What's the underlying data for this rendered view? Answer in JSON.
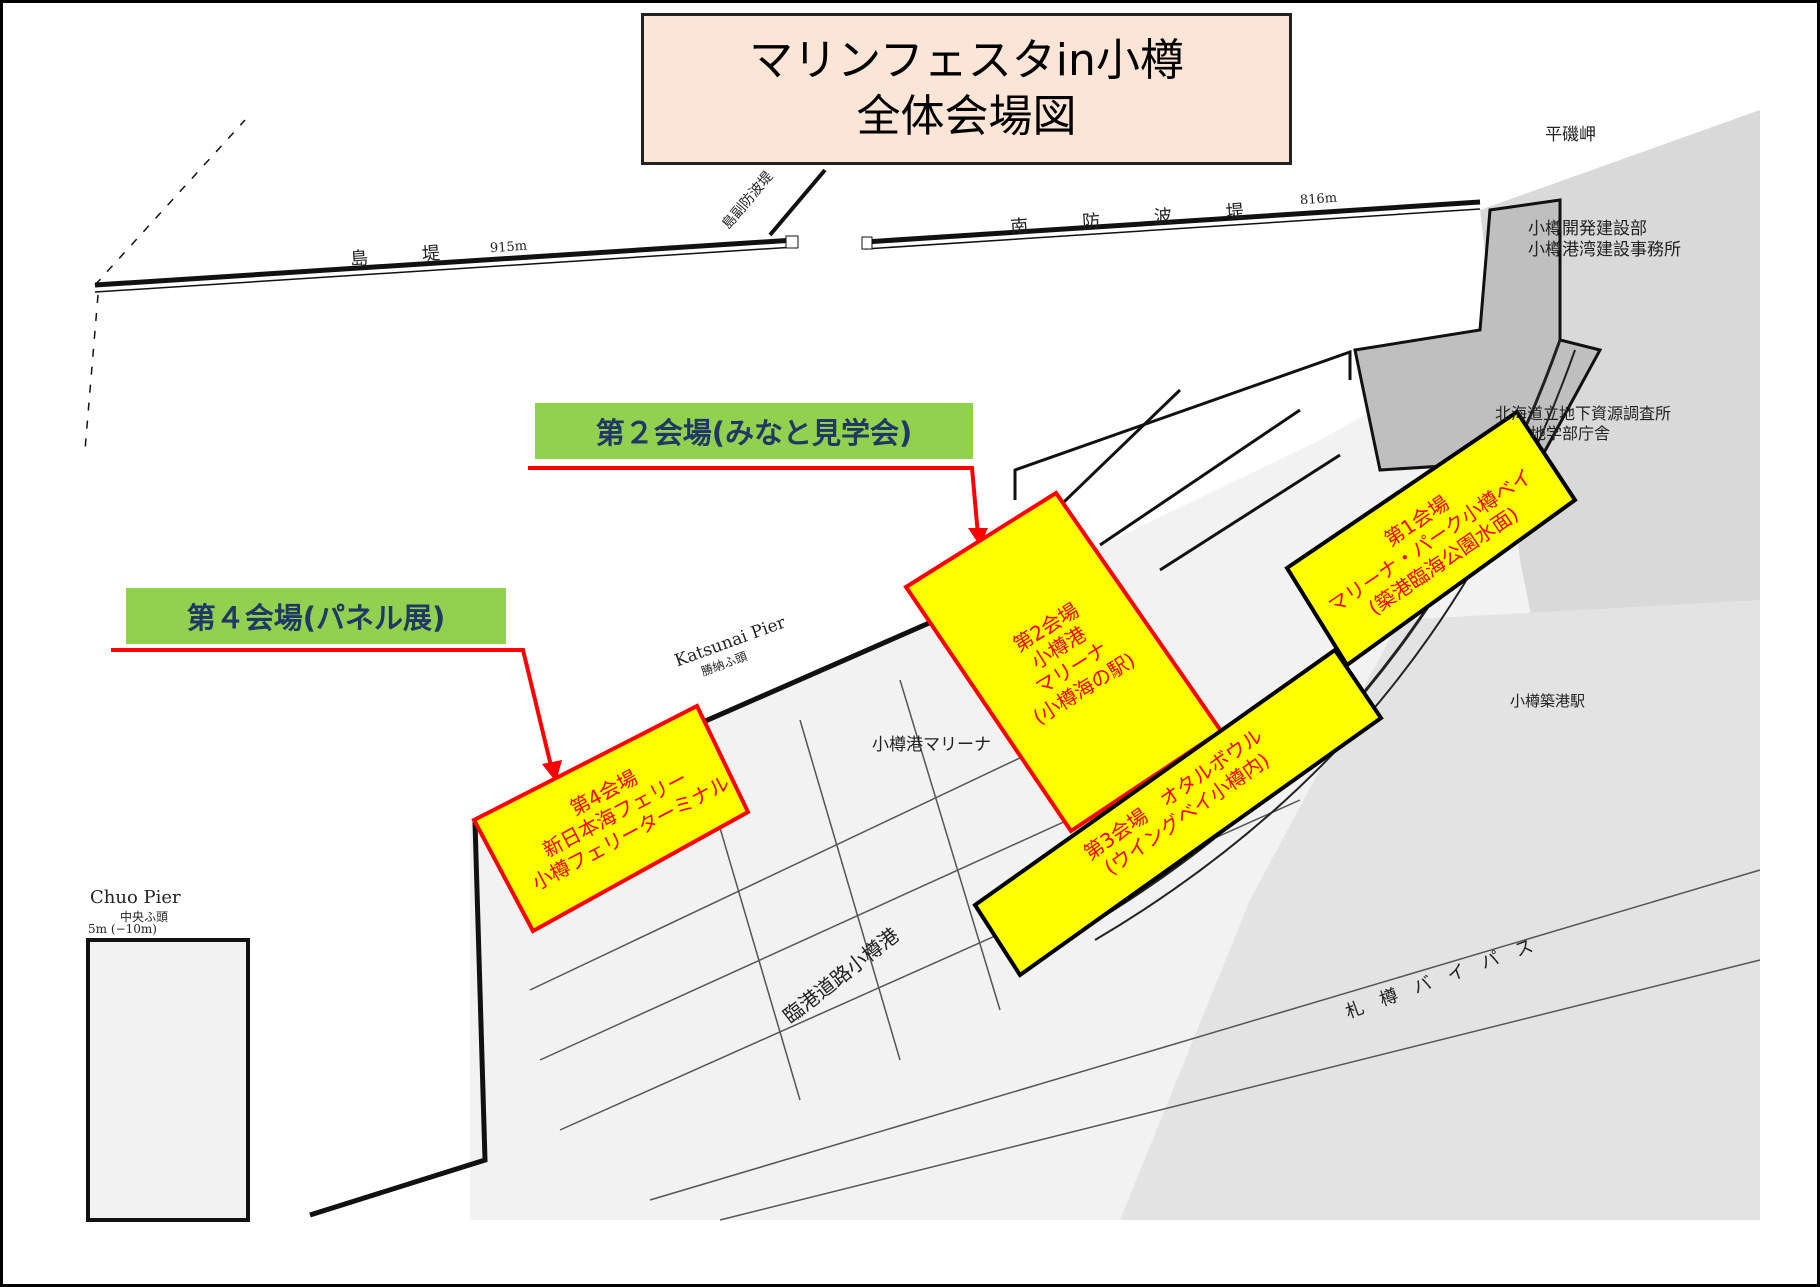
{
  "title": {
    "line1": "マリンフェスタin小樽",
    "line2": "全体会場図"
  },
  "callouts": {
    "venue2": "第２会場(みなと見学会)",
    "venue4": "第４会場(パネル展)"
  },
  "venues": {
    "v1": {
      "lines": [
        "第1会場",
        "マリーナ・パーク小樽ベイ",
        "(築港臨海公園水面)"
      ],
      "fill": "#ffff00",
      "border": "#000000"
    },
    "v2": {
      "lines": [
        "第2会場",
        "小樽港",
        "マリーナ",
        "(小樽海の駅)"
      ],
      "fill": "#ffff00",
      "border": "#ff0000"
    },
    "v3": {
      "lines": [
        "第3会場　オタルボウル",
        "(ウイングベイ小樽内)"
      ],
      "fill": "#ffff00",
      "border": "#000000"
    },
    "v4": {
      "lines": [
        "第4会場",
        "新日本海フェリー",
        "小樽フェリーターミナル"
      ],
      "fill": "#ffff00",
      "border": "#ff0000"
    }
  },
  "map_labels": {
    "island_breakwater": "島　　　堤",
    "island_breakwater_len": "915m",
    "island_sub_breakwater": "島副防波堤",
    "south_breakwater": "南　　　防　　　波　　　堤",
    "south_breakwater_len": "816m",
    "hiraiso_cape": "平磯岬",
    "dev_office_1": "小樽開発建設部",
    "dev_office_2": "小樽港湾建設事務所",
    "geo_office_1": "北海道立地下資源調査所",
    "geo_office_2": "地学部庁舎",
    "katsunai_pier_en": "Katsunai Pier",
    "katsunai_pier_jp": "勝納ふ頭",
    "otaru_marina": "小樽港マリーナ",
    "chikko_station": "小樽築港駅",
    "chuo_pier_en": "Chuo Pier",
    "chuo_pier_jp": "中央ふ頭",
    "chuo_pier_depth": "5m (−10m)",
    "coastal_road": "臨港道路小樽港",
    "bypass": "札　樽　バ　イ　パ　ス"
  },
  "colors": {
    "callout_bg": "#92d050",
    "callout_text": "#1f3864",
    "arrow": "#ff0000",
    "title_bg": "#fbe5d6"
  }
}
